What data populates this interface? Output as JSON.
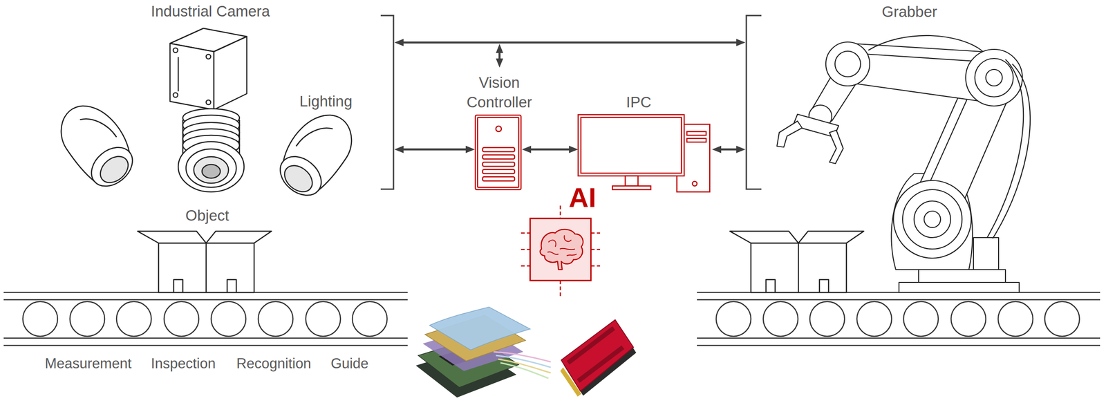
{
  "diagram": {
    "nodes": [
      {
        "text": [
          "Industrial Camera"
        ]
      },
      {
        "text": [
          "Vision Controller"
        ]
      },
      {
        "text": [
          "IPC"
        ]
      },
      {
        "text": [
          "Grabber"
        ]
      },
      {
        "text": [
          "AI"
        ]
      },
      {
        "text": [
          "Object"
        ]
      }
    ],
    "edges": [
      {
        "from": 1,
        "to": 2,
        "arrow": "both"
      }
    ],
    "labels": [
      "Lighting",
      "Measurement",
      "Inspection",
      "Recognition",
      "Guide"
    ]
  }
}
